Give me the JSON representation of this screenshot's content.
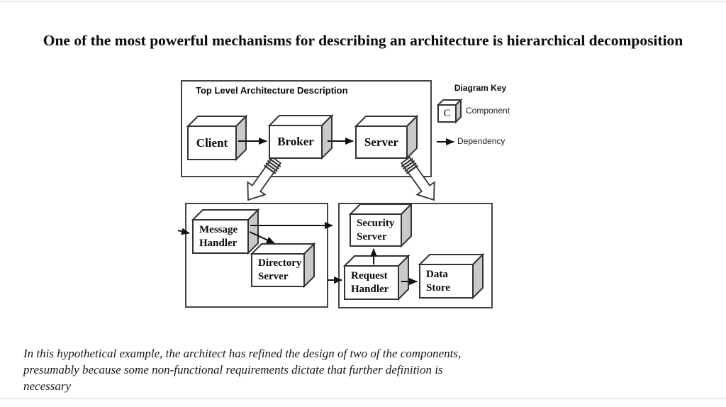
{
  "slide": {
    "title": "One of the most powerful mechanisms for describing an architecture is hierarchical decomposition"
  },
  "diagram": {
    "top_box_label": "Top Level Architecture Description",
    "components": {
      "client": "Client",
      "broker": "Broker",
      "server": "Server",
      "message_handler": "Message Handler",
      "directory_server": "Directory Server",
      "security_server": "Security Server",
      "request_handler": "Request Handler",
      "data_store": "Data Store"
    },
    "key": {
      "title": "Diagram Key",
      "component_symbol": "C",
      "component_label": "Component",
      "dependency_label": "Dependency"
    }
  },
  "note": {
    "lines": [
      "In this hypothetical example, the architect has refined the design of two of the components,",
      "presumably because some non-functional requirements dictate that further definition is",
      "necessary"
    ]
  },
  "colors": {
    "cube_side": "#c9c9c9",
    "line": "#333333"
  }
}
